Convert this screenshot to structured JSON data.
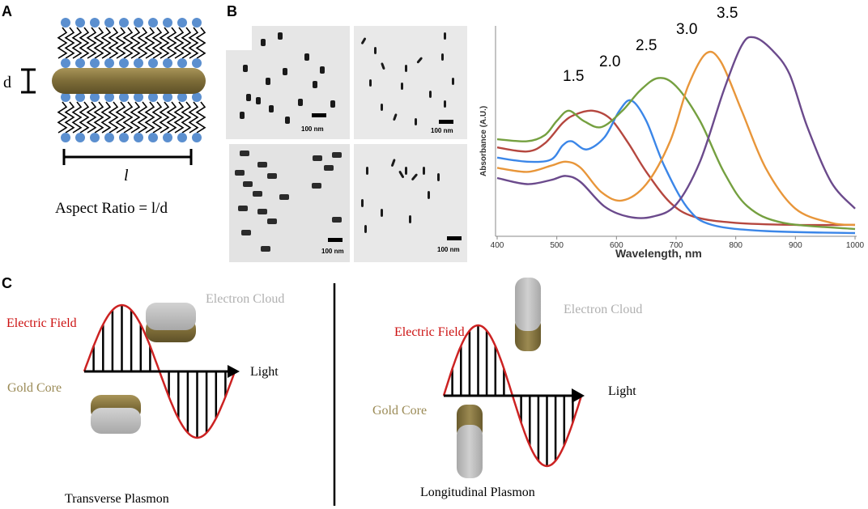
{
  "panels": {
    "A": {
      "label": "A",
      "d_label": "d",
      "l_label": "l",
      "aspect_label": "Aspect Ratio = l/d",
      "colors": {
        "gold": "#8a7a45",
        "ligand_head": "#5b8fcf"
      }
    },
    "B": {
      "label": "B",
      "scale_bars": [
        "100 nm",
        "100 nm",
        "100 nm",
        "100 nm"
      ],
      "chart_data": {
        "type": "line",
        "xlabel": "Wavelength, nm",
        "ylabel": "Absorbance (A.U.)",
        "xlim": [
          400,
          1000
        ],
        "x_ticks": [
          "400",
          "500",
          "600",
          "700",
          "800",
          "900",
          "1000"
        ],
        "grid": false,
        "series": [
          {
            "name": "1.5",
            "color": "#b5473f",
            "peak_x": 560,
            "values": [
              [
                400,
                0.42
              ],
              [
                450,
                0.4
              ],
              [
                480,
                0.44
              ],
              [
                510,
                0.54
              ],
              [
                530,
                0.58
              ],
              [
                560,
                0.6
              ],
              [
                590,
                0.56
              ],
              [
                620,
                0.44
              ],
              [
                650,
                0.3
              ],
              [
                690,
                0.15
              ],
              [
                730,
                0.08
              ],
              [
                800,
                0.05
              ],
              [
                900,
                0.04
              ],
              [
                1000,
                0.04
              ]
            ]
          },
          {
            "name": "2.0",
            "color": "#3b86e8",
            "peak_x": 625,
            "values": [
              [
                400,
                0.37
              ],
              [
                450,
                0.35
              ],
              [
                490,
                0.36
              ],
              [
                510,
                0.43
              ],
              [
                525,
                0.45
              ],
              [
                550,
                0.41
              ],
              [
                580,
                0.47
              ],
              [
                605,
                0.6
              ],
              [
                625,
                0.65
              ],
              [
                650,
                0.55
              ],
              [
                680,
                0.33
              ],
              [
                720,
                0.12
              ],
              [
                760,
                0.04
              ],
              [
                850,
                0.01
              ],
              [
                1000,
                0.0
              ]
            ]
          },
          {
            "name": "2.5",
            "color": "#75a040",
            "peak_x": 670,
            "values": [
              [
                400,
                0.46
              ],
              [
                450,
                0.45
              ],
              [
                480,
                0.48
              ],
              [
                500,
                0.55
              ],
              [
                520,
                0.6
              ],
              [
                545,
                0.55
              ],
              [
                575,
                0.52
              ],
              [
                610,
                0.6
              ],
              [
                640,
                0.7
              ],
              [
                670,
                0.76
              ],
              [
                700,
                0.72
              ],
              [
                740,
                0.55
              ],
              [
                780,
                0.3
              ],
              [
                820,
                0.13
              ],
              [
                880,
                0.05
              ],
              [
                1000,
                0.02
              ]
            ]
          },
          {
            "name": "3.0",
            "color": "#e8963a",
            "peak_x": 750,
            "values": [
              [
                400,
                0.32
              ],
              [
                450,
                0.3
              ],
              [
                490,
                0.33
              ],
              [
                515,
                0.35
              ],
              [
                540,
                0.32
              ],
              [
                575,
                0.2
              ],
              [
                610,
                0.16
              ],
              [
                650,
                0.24
              ],
              [
                690,
                0.45
              ],
              [
                720,
                0.72
              ],
              [
                750,
                0.88
              ],
              [
                775,
                0.84
              ],
              [
                810,
                0.6
              ],
              [
                850,
                0.32
              ],
              [
                900,
                0.12
              ],
              [
                960,
                0.05
              ],
              [
                1000,
                0.04
              ]
            ]
          },
          {
            "name": "3.5",
            "color": "#6b4a8c",
            "peak_x": 825,
            "values": [
              [
                400,
                0.27
              ],
              [
                450,
                0.24
              ],
              [
                490,
                0.26
              ],
              [
                515,
                0.28
              ],
              [
                540,
                0.25
              ],
              [
                580,
                0.13
              ],
              [
                620,
                0.08
              ],
              [
                660,
                0.08
              ],
              [
                700,
                0.14
              ],
              [
                740,
                0.35
              ],
              [
                780,
                0.7
              ],
              [
                810,
                0.92
              ],
              [
                830,
                0.96
              ],
              [
                860,
                0.9
              ],
              [
                890,
                0.78
              ],
              [
                920,
                0.52
              ],
              [
                960,
                0.25
              ],
              [
                1000,
                0.12
              ]
            ]
          }
        ]
      }
    },
    "C": {
      "label": "C",
      "left": {
        "electric_field": "Electric Field",
        "electron_cloud": "Electron Cloud",
        "light": "Light",
        "gold_core": "Gold Core",
        "caption": "Transverse Plasmon"
      },
      "right": {
        "electric_field": "Electric Field",
        "electron_cloud": "Electron Cloud",
        "light": "Light",
        "gold_core": "Gold Core",
        "caption": "Longitudinal Plasmon"
      },
      "colors": {
        "wave": "#cc2222",
        "field_label": "#cc1111",
        "cloud": "#bfbfbf",
        "cloud_label": "#b0b0b0",
        "gold": "#8a7a45",
        "gold_label": "#9a8a55"
      }
    }
  }
}
